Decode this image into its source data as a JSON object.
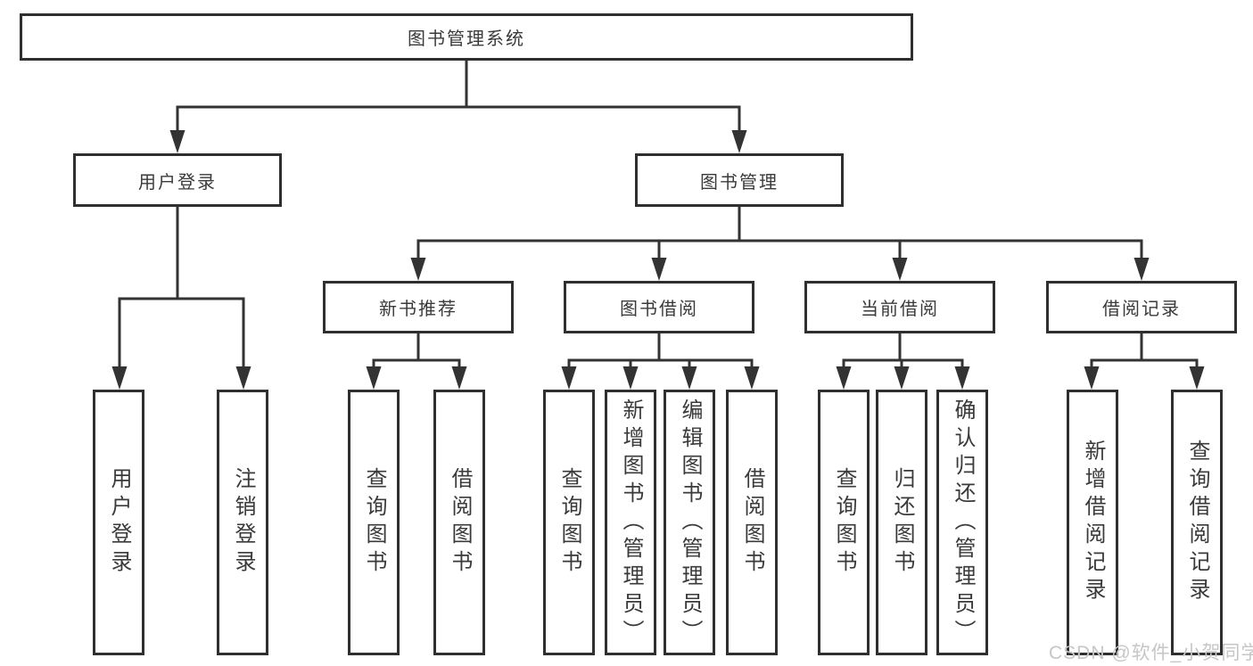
{
  "colors": {
    "line": "#333333",
    "box_border": "#2f2f2f",
    "text": "#3a3a3a",
    "background": "#ffffff",
    "watermark": "#c6c6c6"
  },
  "watermark": {
    "text": "CSDN @软件_小贺同学"
  },
  "tree": {
    "root": {
      "label": "图书管理系统"
    },
    "branches": [
      {
        "label": "用户登录",
        "children": [
          {
            "label": "用户登录"
          },
          {
            "label": "注销登录"
          }
        ]
      },
      {
        "label": "图书管理",
        "children": [
          {
            "label": "新书推荐",
            "children": [
              {
                "label": "查询图书"
              },
              {
                "label": "借阅图书"
              }
            ]
          },
          {
            "label": "图书借阅",
            "children": [
              {
                "label": "查询图书"
              },
              {
                "label": "新增图书（管理员）"
              },
              {
                "label": "编辑图书（管理员）"
              },
              {
                "label": "借阅图书"
              }
            ]
          },
          {
            "label": "当前借阅",
            "children": [
              {
                "label": "查询图书"
              },
              {
                "label": "归还图书"
              },
              {
                "label": "确认归还（管理员）"
              }
            ]
          },
          {
            "label": "借阅记录",
            "children": [
              {
                "label": "新增借阅记录"
              },
              {
                "label": "查询借阅记录"
              }
            ]
          }
        ]
      }
    ]
  }
}
